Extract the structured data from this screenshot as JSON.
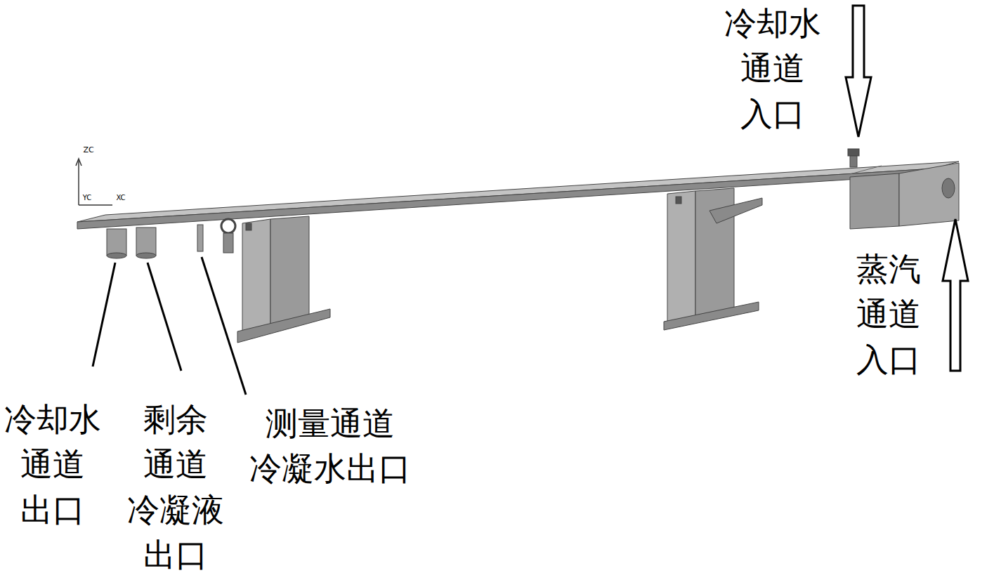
{
  "diagram": {
    "labels": [
      "冷却水 通道 入口",
      "蒸汽 通道 入口",
      "冷却水 通道 出口",
      "剩余 通道 冷凝液 出口",
      "测量通道 冷凝水出口",
      "ZC",
      "YC",
      "XC"
    ]
  }
}
